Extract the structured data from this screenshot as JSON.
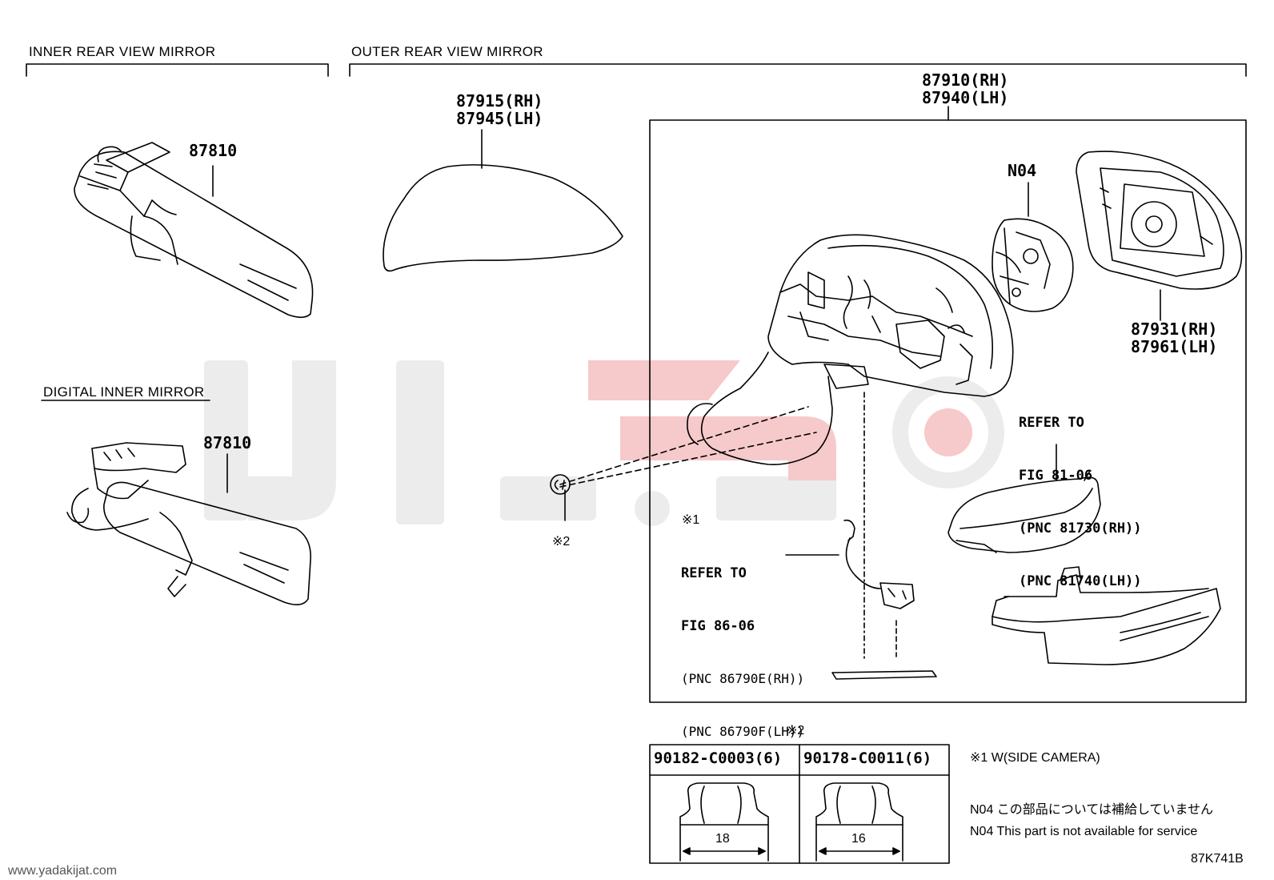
{
  "sections": {
    "inner_rear_view_mirror": "INNER REAR VIEW MIRROR",
    "outer_rear_view_mirror": "OUTER REAR VIEW MIRROR",
    "digital_inner_mirror": "DIGITAL INNER MIRROR"
  },
  "parts": {
    "inner_mirror_pn": "87810",
    "digital_mirror_pn": "87810",
    "cover_rh": "87915(RH)",
    "cover_lh": "87945(LH)",
    "assembly_rh": "87910(RH)",
    "assembly_lh": "87940(LH)",
    "actuator": "N04",
    "mirror_glass_rh": "87931(RH)",
    "mirror_glass_lh": "87961(LH)",
    "nut_callout": "※2"
  },
  "refs": {
    "turn_signal": [
      "REFER TO",
      "FIG 81-06",
      "(PNC 81730(RH))",
      "(PNC 81740(LH))"
    ],
    "camera_mark": "※1",
    "camera": [
      "REFER TO",
      "FIG 86-06",
      "(PNC 86790E(RH))",
      "(PNC 86790F(LH))"
    ]
  },
  "nut_table": {
    "title": "※2",
    "columns": [
      {
        "part": "90182-C0003(6)",
        "size": "18"
      },
      {
        "part": "90178-C0011(6)",
        "size": "16"
      }
    ]
  },
  "notes": {
    "note1": "※1 W(SIDE CAMERA)",
    "n04_jp": "N04 この部品については補給していません",
    "n04_en": "N04 This part is not available for service"
  },
  "footer": {
    "website": "www.yadakijat.com",
    "diagram_code": "87K741B"
  },
  "colors": {
    "line": "#000000",
    "watermark_gray": "#ececec",
    "watermark_red": "#f6c9cb"
  }
}
